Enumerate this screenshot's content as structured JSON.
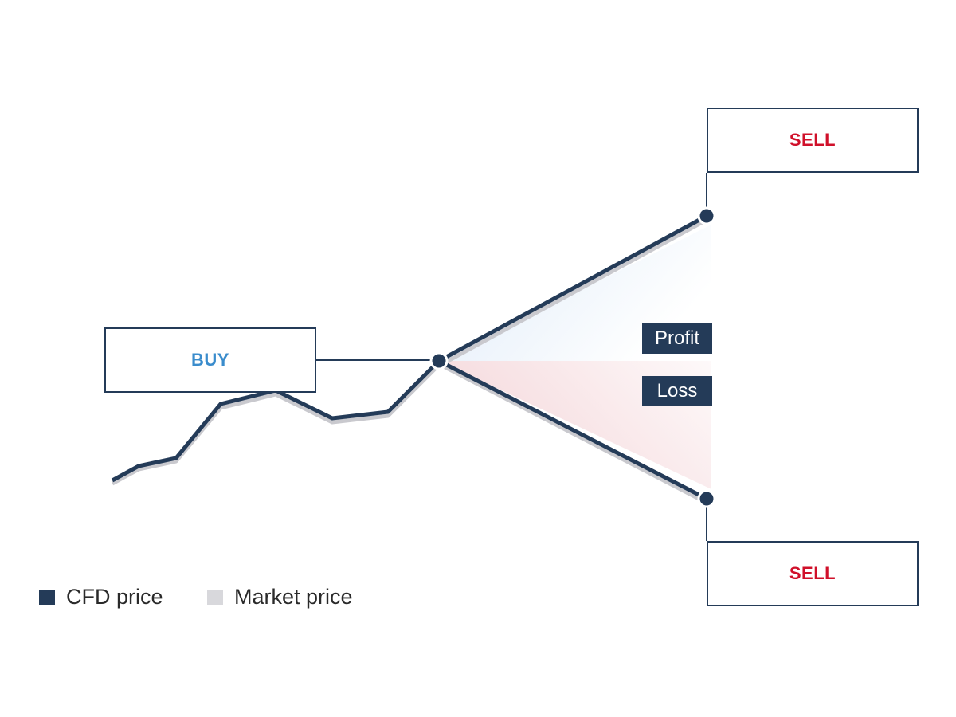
{
  "labels": {
    "buy": "BUY",
    "sell_top": "SELL",
    "sell_bottom": "SELL",
    "profit": "Profit",
    "loss": "Loss"
  },
  "legend": {
    "cfd": "CFD price",
    "market": "Market price"
  },
  "colors": {
    "cfd": "#243b58",
    "market": "#c9c9ce",
    "buy_text": "#3a8ccc",
    "sell_text": "#d0102a",
    "profit_fill": "#cfe2f6",
    "loss_fill": "#f4cfd4"
  }
}
